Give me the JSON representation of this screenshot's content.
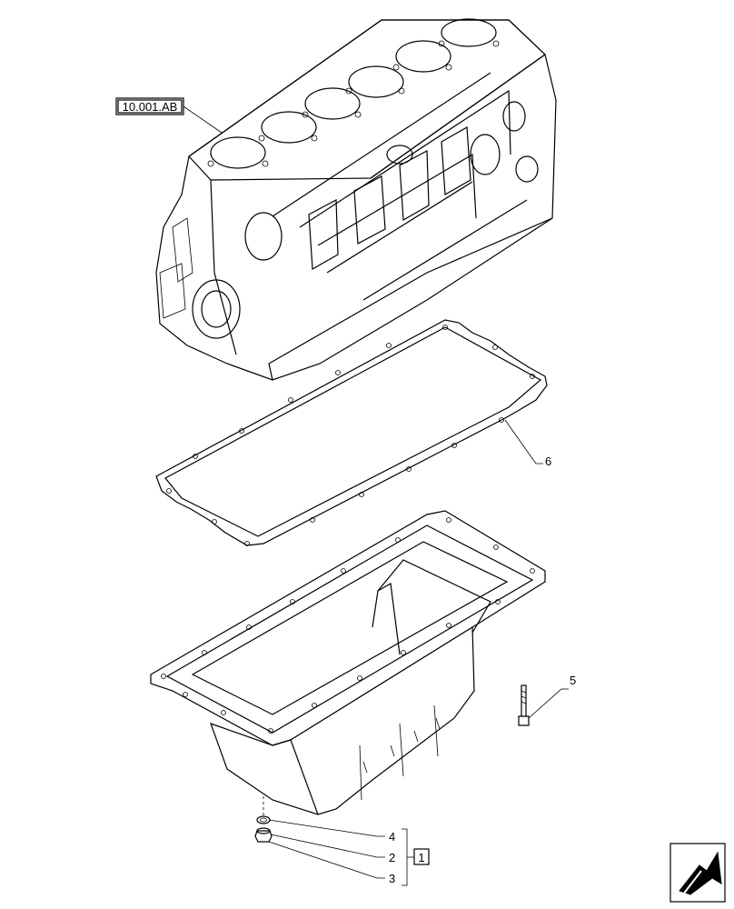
{
  "reference_label": "10.001.AB",
  "callouts": {
    "gasket": "6",
    "bolt": "5",
    "washer": "4",
    "drain_plug": "2",
    "plug_seal": "3",
    "kit": "1"
  },
  "nav": {
    "arrow_icon": "return-arrow-icon"
  }
}
